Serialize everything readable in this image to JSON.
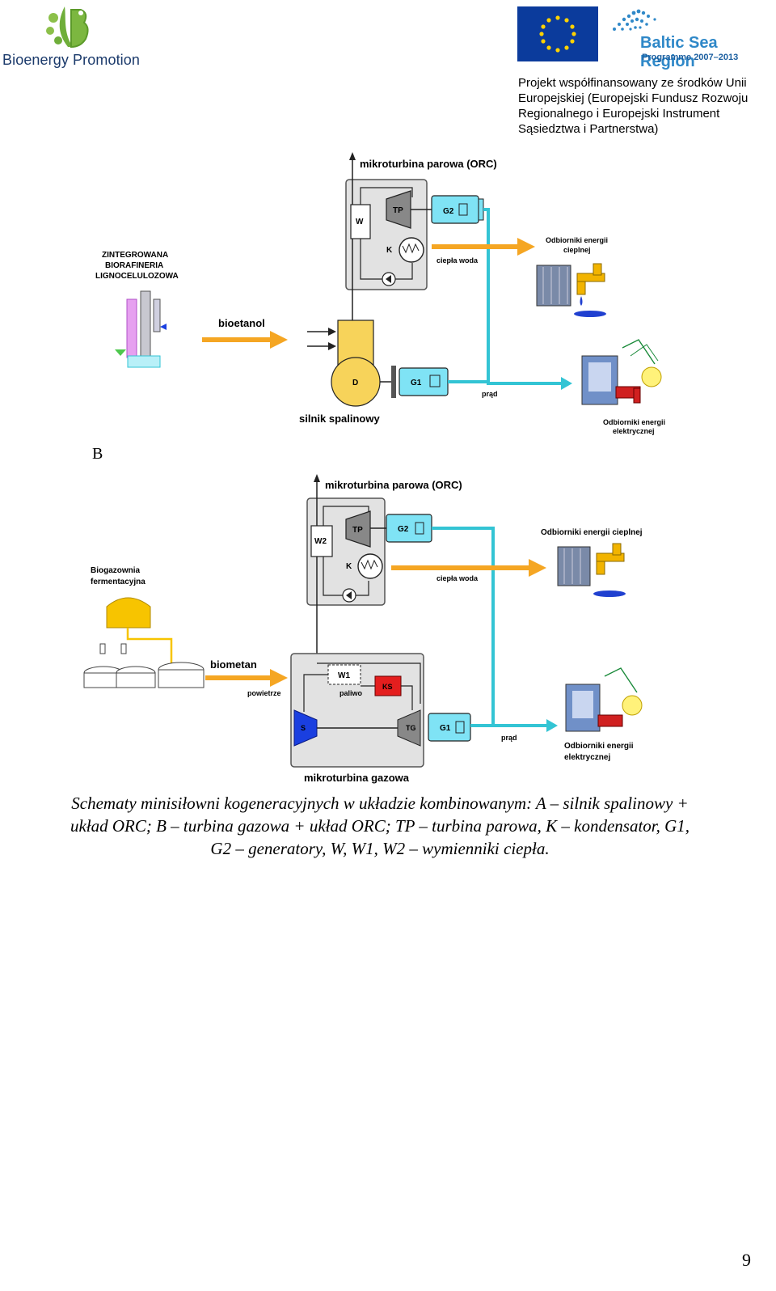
{
  "header": {
    "bioenergy_logo_text": "Bioenergy Promotion",
    "baltic_title": "Baltic Sea Region",
    "baltic_programme": "Programme 2007–2013",
    "cofinancing_lines": [
      "Projekt współfinansowany ze środków Unii",
      "Europejskiej (Europejski Fundusz Rozwoju",
      "Regionalnego i Europejski Instrument",
      "Sąsiedztwa i Partnerstwa)"
    ]
  },
  "diagram_a": {
    "orc_title": "mikroturbina parowa (ORC)",
    "biorefinery_lines": [
      "ZINTEGROWANA",
      "BIORAFINERIA",
      "LIGNOCELULOZOWA"
    ],
    "w": "W",
    "tp": "TP",
    "k": "K",
    "g2": "G2",
    "g1": "G1",
    "d": "D",
    "bioetanol": "bioetanol",
    "ciepla_woda": "ciepła woda",
    "prad": "prąd",
    "silnik": "silnik spalinowy",
    "heat_consumers_lines": [
      "Odbiorniki energii",
      "cieplnej"
    ],
    "elec_consumers_lines": [
      "Odbiorniki energii",
      "elektrycznej"
    ]
  },
  "marker_b": "B",
  "diagram_b": {
    "orc_title": "mikroturbina parowa (ORC)",
    "biogas_lines": [
      "Biogazownia",
      "fermentacyjna"
    ],
    "w2": "W2",
    "tp": "TP",
    "k": "K",
    "g2": "G2",
    "w1": "W1",
    "ks": "KS",
    "tg": "TG",
    "s": "S",
    "g1": "G1",
    "biometan": "biometan",
    "powietrze": "powietrze",
    "paliwo": "paliwo",
    "ciepla_woda": "ciepła woda",
    "prad": "prąd",
    "gas_turbine": "mikroturbina gazowa",
    "heat_consumers": "Odbiorniki energii cieplnej",
    "elec_consumers_lines": [
      "Odbiorniki energii",
      "elektrycznej"
    ]
  },
  "caption_lines": [
    "Schematy minisiłowni kogeneracyjnych w układzie kombinowanym: A – silnik spalinowy +",
    "układ ORC; B – turbina gazowa + układ ORC; TP – turbina parowa, K – kondensator, G1,",
    "G2 – generatory, W, W1, W2 – wymienniki ciepła."
  ],
  "page_number": "9",
  "colors": {
    "pipe_cyan": "#33c4d4",
    "arrow_orange": "#f5a623",
    "box_grey": "#e2e2e2",
    "generator_cyan": "#7fe3f5",
    "tank_yellow": "#f7d35a",
    "combustor_red": "#e41e1e",
    "compressor_blue": "#1a3fe0"
  }
}
